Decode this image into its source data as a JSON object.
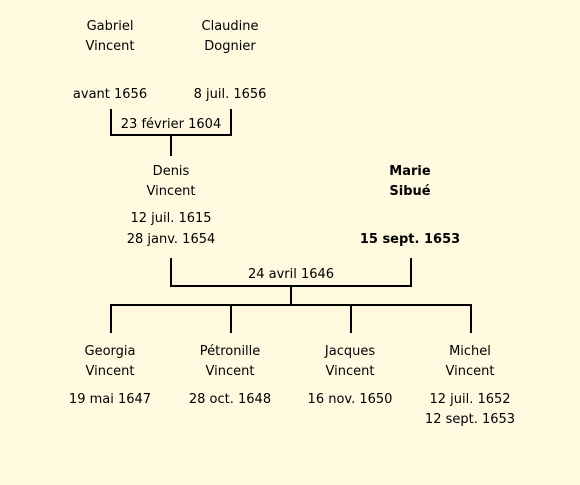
{
  "chart_data": {
    "type": "family-tree",
    "grandparents": {
      "father": {
        "first": "Gabriel",
        "last": "Vincent",
        "death": "avant 1656"
      },
      "mother": {
        "first": "Claudine",
        "last": "Dognier",
        "death": "8 juil. 1656"
      },
      "marriage": "23 février 1604"
    },
    "parents": {
      "father": {
        "first": "Denis",
        "last": "Vincent",
        "birth": "12 juil. 1615",
        "death": "28 janv. 1654"
      },
      "mother": {
        "first": "Marie",
        "last": "Sibué",
        "death": "15 sept. 1653"
      },
      "marriage": "24 avril 1646"
    },
    "children": [
      {
        "first": "Georgia",
        "last": "Vincent",
        "date1": "19 mai 1647",
        "date2": ""
      },
      {
        "first": "Pétronille",
        "last": "Vincent",
        "date1": "28 oct. 1648",
        "date2": ""
      },
      {
        "first": "Jacques",
        "last": "Vincent",
        "date1": "16 nov. 1650",
        "date2": ""
      },
      {
        "first": "Michel",
        "last": "Vincent",
        "date1": "12 juil. 1652",
        "date2": "12 sept. 1653"
      }
    ]
  }
}
